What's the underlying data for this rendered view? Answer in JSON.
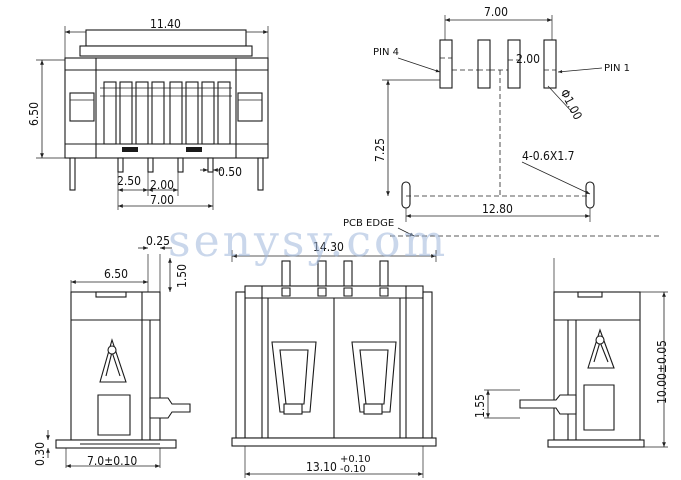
{
  "watermark": "senysy.com",
  "top_left": {
    "width": "11.40",
    "height": "6.50",
    "pitch_a": "2.50",
    "pitch_b": "2.00",
    "pin_w": "0.50",
    "span": "7.00"
  },
  "top_right": {
    "span": "7.00",
    "pin4": "PIN 4",
    "pin1": "PIN 1",
    "pitch": "2.00",
    "hole": "Φ1.00",
    "depth": "7.25",
    "slot": "4-0.6X1.7",
    "slot_span": "12.80",
    "pcb_edge": "PCB EDGE"
  },
  "bottom_left": {
    "top_off": "0.25",
    "width": "6.50",
    "gap": "1.50",
    "base": "7.0±0.10",
    "thick": "0.30"
  },
  "bottom_mid": {
    "width": "14.30",
    "base_main": "13.10",
    "tol_up": "+0.10",
    "tol_dn": "-0.10"
  },
  "bottom_right": {
    "height": "10.00±0.05",
    "peg": "1.55"
  }
}
